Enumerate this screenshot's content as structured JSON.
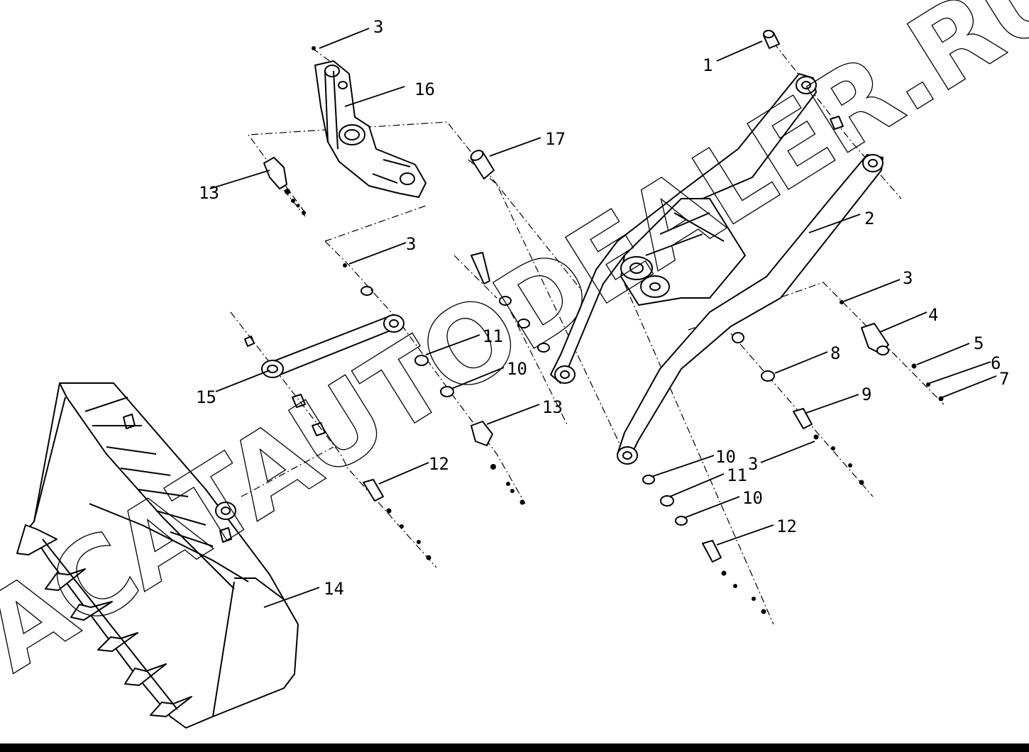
{
  "diagram": {
    "watermark": "ACATAUTODEALER.RU",
    "callouts": [
      {
        "id": "c1",
        "label": "1"
      },
      {
        "id": "c2",
        "label": "2"
      },
      {
        "id": "c3a",
        "label": "3"
      },
      {
        "id": "c3b",
        "label": "3"
      },
      {
        "id": "c3c",
        "label": "3"
      },
      {
        "id": "c3d",
        "label": "3"
      },
      {
        "id": "c4",
        "label": "4"
      },
      {
        "id": "c5",
        "label": "5"
      },
      {
        "id": "c6",
        "label": "6"
      },
      {
        "id": "c7",
        "label": "7"
      },
      {
        "id": "c8",
        "label": "8"
      },
      {
        "id": "c9",
        "label": "9"
      },
      {
        "id": "c10a",
        "label": "10"
      },
      {
        "id": "c10b",
        "label": "10"
      },
      {
        "id": "c10c",
        "label": "10"
      },
      {
        "id": "c11a",
        "label": "11"
      },
      {
        "id": "c11b",
        "label": "11"
      },
      {
        "id": "c12a",
        "label": "12"
      },
      {
        "id": "c12b",
        "label": "12"
      },
      {
        "id": "c13a",
        "label": "13"
      },
      {
        "id": "c13b",
        "label": "13"
      },
      {
        "id": "c14",
        "label": "14"
      },
      {
        "id": "c15",
        "label": "15"
      },
      {
        "id": "c16",
        "label": "16"
      },
      {
        "id": "c17",
        "label": "17"
      }
    ]
  }
}
